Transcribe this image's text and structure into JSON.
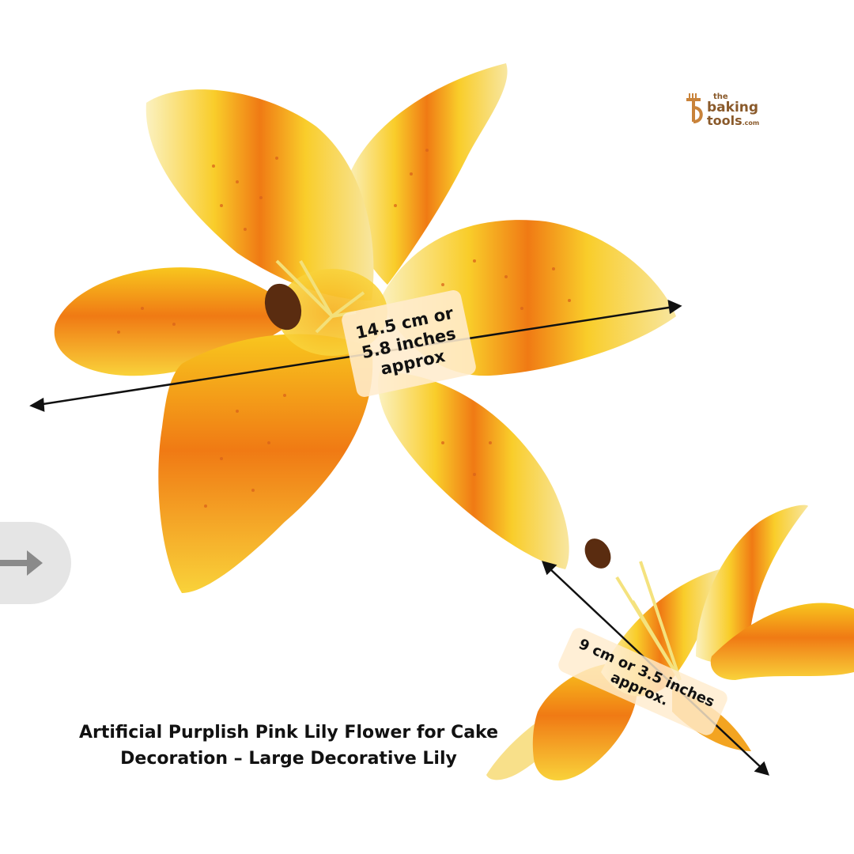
{
  "brand": {
    "the": "the",
    "baking": "baking",
    "tools": "tools",
    "com": ".com"
  },
  "measurements": {
    "large_lily": {
      "line1": "14.5 cm or",
      "line2": "5.8 inches",
      "line3": "approx"
    },
    "small_lily": {
      "line1": "9 cm or 3.5 inches",
      "line2": "approx."
    }
  },
  "caption": {
    "line1": "Artificial Purplish Pink Lily Flower for Cake",
    "line2": "Decoration – Large Decorative Lily"
  },
  "colors": {
    "petal_yellow": "#f6c21c",
    "petal_orange": "#f07a14",
    "petal_edge": "#fbf0b8",
    "anther_brown": "#5a2c10",
    "logo_brown": "#8a5a2b"
  },
  "icons": {
    "nav": "arrow-right-icon"
  }
}
